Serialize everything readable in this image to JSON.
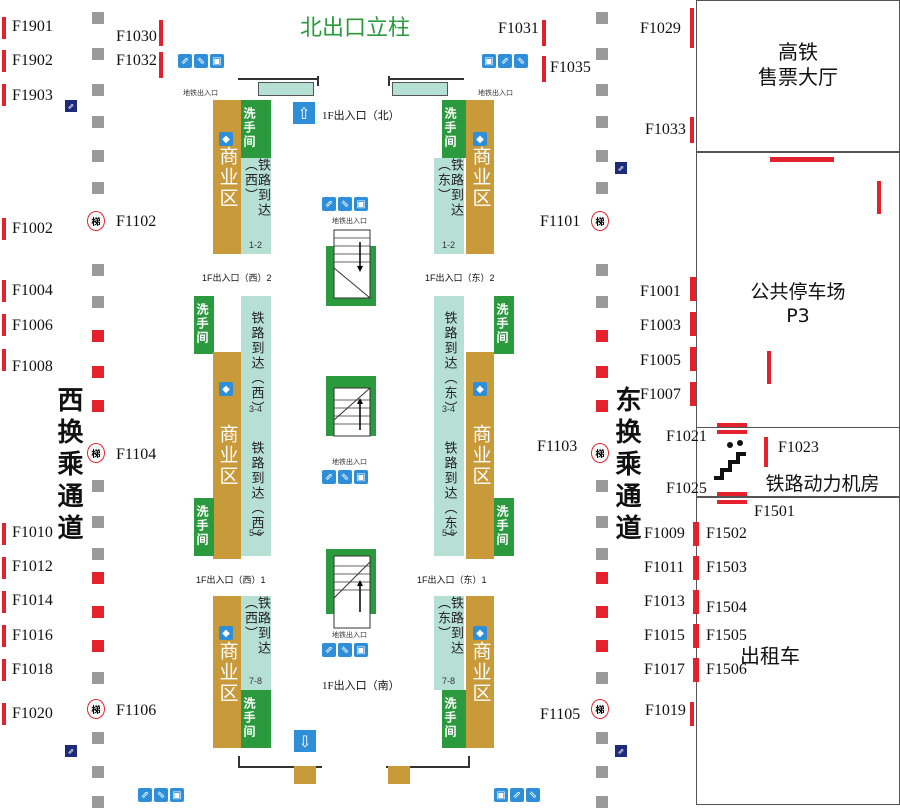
{
  "map": {
    "top_title": "北出口立柱",
    "zones": {
      "hsr_hall": "高铁\n售票大厅",
      "parking": "公共停车场\nP3",
      "power_room": "铁路动力机房",
      "taxi": "出租车"
    },
    "corridors": {
      "west": "西换乘通道",
      "east": "东换乘通道"
    },
    "exits": {
      "north": "1F出入口（北）",
      "south": "1F出入口（南）",
      "west2": "1F出入口（西）2",
      "east2": "1F出入口（东）2",
      "west1": "1F出入口（西）1",
      "east1": "1F出入口（东）1",
      "metro": "地铁出入口"
    },
    "blocks": {
      "shop": "商业区",
      "wash": "洗手间",
      "rail_w12": "铁路到达（西）",
      "rail_e12": "铁路到达（东）",
      "rail_w34": "铁路到达（西）",
      "rail_w56": "铁路到达（西）",
      "rail_e34": "铁路到达（东）",
      "rail_e56": "铁路到达（东）",
      "rail_w78": "铁路到达（西）",
      "rail_e78": "铁路到达（东）",
      "n12": "1-2",
      "n34": "3-4",
      "n56": "5-6",
      "n78": "7-8"
    },
    "labels": {
      "F1901": "F1901",
      "F1902": "F1902",
      "F1903": "F1903",
      "F1002": "F1002",
      "F1004": "F1004",
      "F1006": "F1006",
      "F1008": "F1008",
      "F1010": "F1010",
      "F1012": "F1012",
      "F1014": "F1014",
      "F1016": "F1016",
      "F1018": "F1018",
      "F1020": "F1020",
      "F1030": "F1030",
      "F1032": "F1032",
      "F1102": "F1102",
      "F1104": "F1104",
      "F1106": "F1106",
      "F1031": "F1031",
      "F1035": "F1035",
      "F1101": "F1101",
      "F1103": "F1103",
      "F1105": "F1105",
      "F1029": "F1029",
      "F1033": "F1033",
      "F1001": "F1001",
      "F1003": "F1003",
      "F1005": "F1005",
      "F1007": "F1007",
      "F1021": "F1021",
      "F1023": "F1023",
      "F1025": "F1025",
      "F1501": "F1501",
      "F1009": "F1009",
      "F1011": "F1011",
      "F1013": "F1013",
      "F1015": "F1015",
      "F1017": "F1017",
      "F1019": "F1019",
      "F1502": "F1502",
      "F1503": "F1503",
      "F1504": "F1504",
      "F1505": "F1505",
      "F1506": "F1506"
    }
  }
}
